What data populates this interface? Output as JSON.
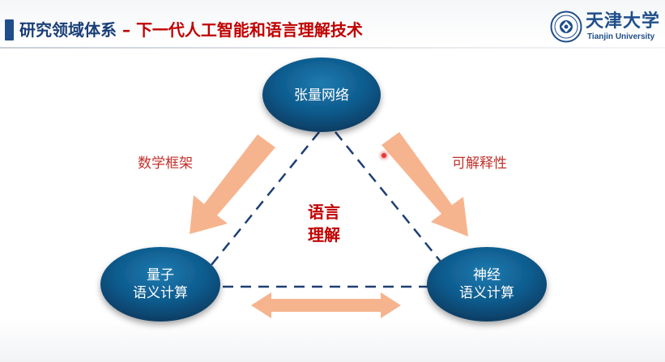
{
  "header": {
    "title_part1": "研究领域体系",
    "title_separator": " – ",
    "title_part2": "下一代人工智能和语言理解技术"
  },
  "logo": {
    "name_cn": "天津大学",
    "name_en": "Tianjin University"
  },
  "diagram": {
    "top_node": "张量网络",
    "left_node_line1": "量子",
    "left_node_line2": "语义计算",
    "right_node_line1": "神经",
    "right_node_line2": "语义计算",
    "left_label": "数学框架",
    "right_label": "可解释性",
    "center_line1": "语言",
    "center_line2": "理解"
  },
  "colors": {
    "title_blue": "#1a3f77",
    "title_red": "#c00000",
    "node_fill": "#0b4f7c",
    "arrow_fill": "#f6b48e",
    "dashed_line": "#1e3f73"
  }
}
